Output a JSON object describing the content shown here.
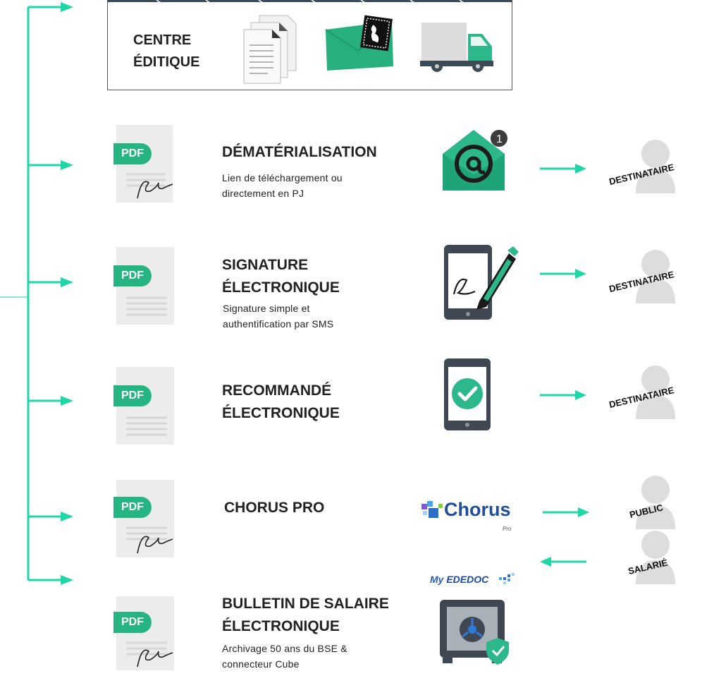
{
  "centre": {
    "title_line1": "CENTRE",
    "title_line2": "ÉDITIQUE"
  },
  "rows": [
    {
      "title": "DÉMATÉRIALISATION",
      "subtitle_line1": "Lien de téléchargement ou",
      "subtitle_line2": "directement en PJ",
      "recipient": "DESTINATAIRE",
      "icon": "email-notification-icon",
      "pdf_badge": "PDF"
    },
    {
      "title_line1": "SIGNATURE",
      "title_line2": "ÉLECTRONIQUE",
      "subtitle_line1": "Signature simple et",
      "subtitle_line2": "authentification  par SMS",
      "recipient": "DESTINATAIRE",
      "icon": "tablet-signature-icon",
      "pdf_badge": "PDF"
    },
    {
      "title_line1": "RECOMMANDÉ",
      "title_line2": "ÉLECTRONIQUE",
      "recipient": "DESTINATAIRE",
      "icon": "tablet-check-icon",
      "pdf_badge": "PDF"
    },
    {
      "title": "CHORUS PRO",
      "recipient": "PUBLIC",
      "logo_text": "Chorus",
      "logo_sub": "Pro",
      "icon": "chorus-logo",
      "pdf_badge": "PDF"
    },
    {
      "title_line1": "BULLETIN DE SALAIRE",
      "title_line2": "ÉLECTRONIQUE",
      "subtitle_line1": "Archivage 50 ans du BSE &",
      "subtitle_line2": "connecteur  Cube",
      "recipient": "SALARIÉ",
      "logo_my": "My",
      "logo_text": "EDEDOC",
      "icon": "safe-shield-icon",
      "pdf_badge": "PDF"
    }
  ],
  "colors": {
    "accent": "#1ed6a6",
    "pdf_green": "#25b482",
    "person_gray": "#d8d8d8",
    "dark_device": "#3f4752"
  }
}
